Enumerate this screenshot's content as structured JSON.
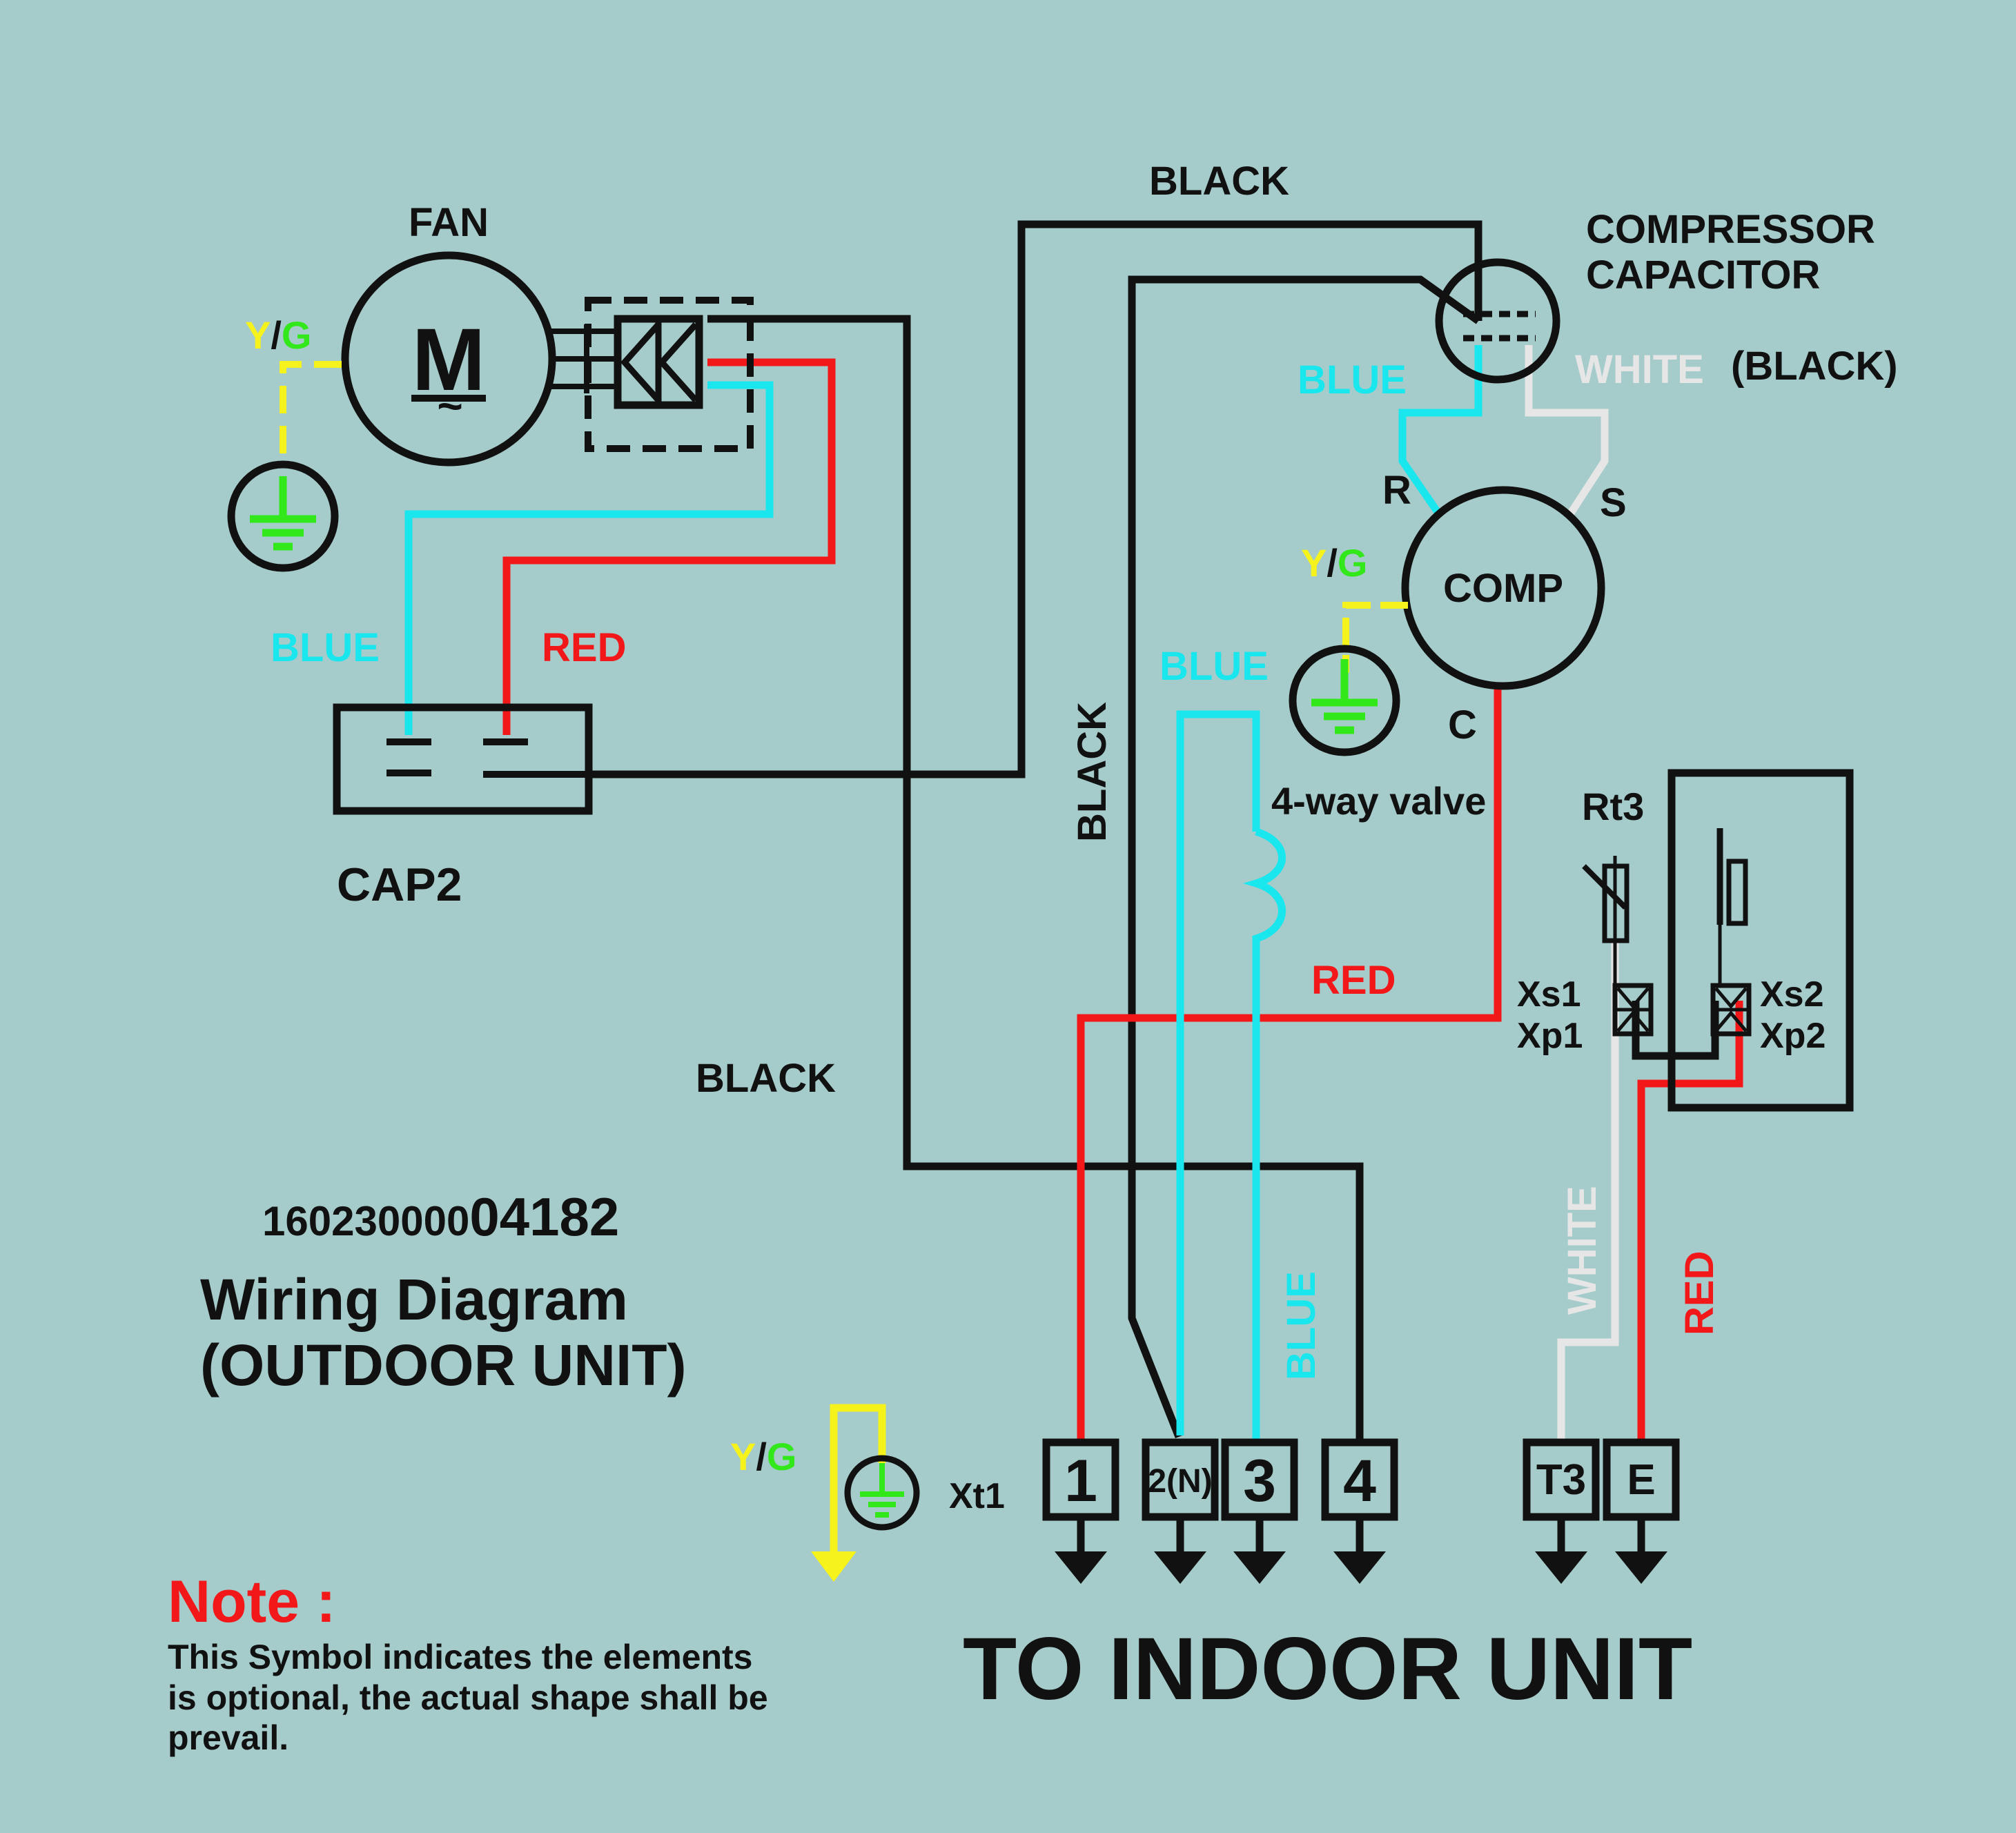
{
  "colors": {
    "background": "#a5cbca",
    "wire_black": "#111111",
    "wire_blue": "#1ae6ee",
    "wire_red": "#f2181a",
    "wire_white": "#e6e6e6",
    "wire_yellow": "#f6f21c",
    "ground_green": "#33e81a",
    "label_yellow": "#f6f21c",
    "label_green": "#33e81a",
    "note_red": "#f2181a"
  },
  "labels": {
    "fan": "FAN",
    "motor_letter": "M",
    "motor_tilde": "~",
    "yg_y": "Y",
    "yg_slash": "/",
    "yg_g": "G",
    "blue": "BLUE",
    "red": "RED",
    "black": "BLACK",
    "white": "WHITE",
    "black_paren": "(BLACK)",
    "cap2": "CAP2",
    "compressor_capacitor_line1": "COMPRESSOR",
    "compressor_capacitor_line2": "CAPACITOR",
    "comp": "COMP",
    "terminal_r": "R",
    "terminal_s": "S",
    "terminal_c": "C",
    "four_way_valve": "4-way valve",
    "rt3": "Rt3",
    "xs1": "Xs1",
    "xp1": "Xp1",
    "xs2": "Xs2",
    "xp2": "Xp2",
    "xt1": "Xt1",
    "part_number_prefix": "160230000",
    "part_number_suffix": "04182",
    "title_line1": "Wiring Diagram",
    "title_line2": "(OUTDOOR UNIT)",
    "note_heading": "Note :",
    "note_line1": "This Symbol indicates the elements",
    "note_line2": "is optional, the actual shape shall be",
    "note_line3": "prevail.",
    "to_indoor_unit": "TO INDOOR UNIT"
  },
  "terminals": [
    {
      "label": "1"
    },
    {
      "label": "2(N)"
    },
    {
      "label": "3"
    },
    {
      "label": "4"
    },
    {
      "label": "T3"
    },
    {
      "label": "E"
    }
  ]
}
